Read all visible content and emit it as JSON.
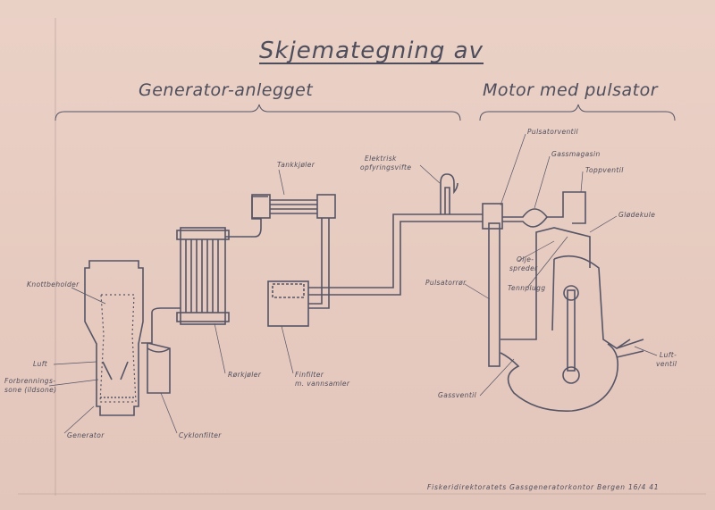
{
  "title": "Skjemategning av",
  "sections": {
    "generator": "Generator-anlegget",
    "motor": "Motor med pulsator"
  },
  "labels": {
    "knottbeholder": "Knottbeholder",
    "luft": "Luft",
    "forbrenning_1": "Forbrennings-",
    "forbrenning_2": "sone (ildsone)",
    "generator": "Generator",
    "cyklonfilter": "Cyklonfilter",
    "tankkjoler": "Tankkjøler",
    "rorkjoler": "Rørkjøler",
    "finfilter_1": "Finfilter",
    "finfilter_2": "m. vannsamler",
    "vifte_1": "Elektrisk",
    "vifte_2": "opfyringsvifte",
    "pulsatorventil": "Pulsatorventil",
    "gassmagasin": "Gassmagasin",
    "toppventil": "Toppventil",
    "glodekule": "Glødekule",
    "oljespreder_1": "Olje-",
    "oljespreder_2": "spreder",
    "tennplugg": "Tennplugg",
    "pulsatorror": "Pulsatorrør",
    "gassventil": "Gassventil",
    "luftventil_1": "Luft-",
    "luftventil_2": "ventil"
  },
  "footer": "Fiskeridirektoratets Gassgeneratorkontor  Bergen 16/4 41",
  "colors": {
    "paper": "#e8cdc2",
    "ink": "#4e4d5c"
  }
}
